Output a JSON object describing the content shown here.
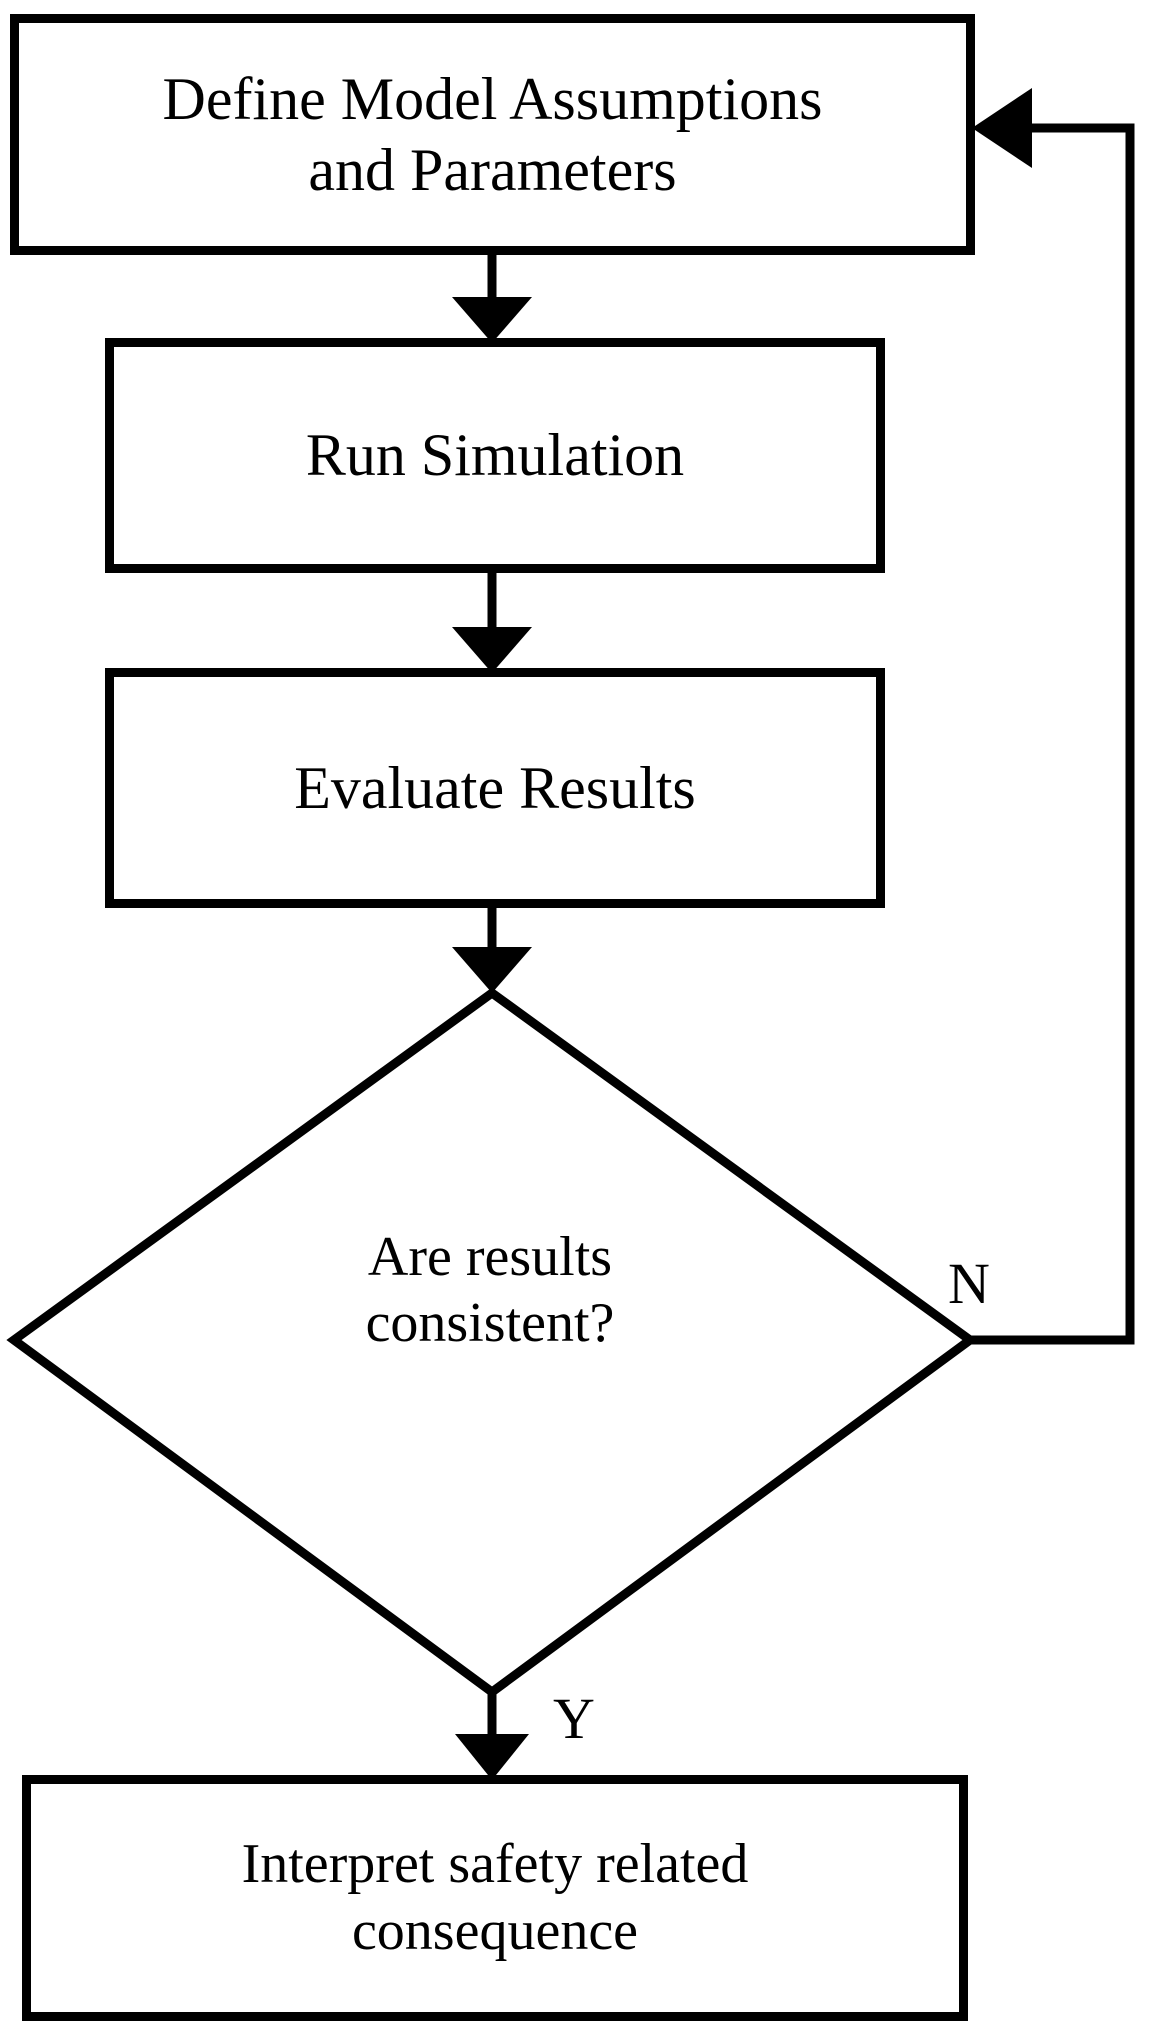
{
  "diagram": {
    "type": "flowchart",
    "title": "Simulation evaluation flowchart",
    "orientation": "vertical",
    "colors": {
      "background": "#ffffff",
      "stroke": "#000000",
      "fill": "#ffffff",
      "text": "#000000"
    },
    "nodes": [
      {
        "id": "define",
        "shape": "rectangle",
        "label": "Define Model Assumptions\nand Parameters"
      },
      {
        "id": "run",
        "shape": "rectangle",
        "label": "Run Simulation"
      },
      {
        "id": "evaluate",
        "shape": "rectangle",
        "label": "Evaluate Results"
      },
      {
        "id": "decision",
        "shape": "diamond",
        "label": "Are results\nconsistent?"
      },
      {
        "id": "interpret",
        "shape": "rectangle",
        "label": "Interpret safety related\nconsequence"
      }
    ],
    "edges": [
      {
        "id": "e1",
        "from": "define",
        "to": "run",
        "label": "",
        "style": "straight-arrow"
      },
      {
        "id": "e2",
        "from": "run",
        "to": "evaluate",
        "label": "",
        "style": "straight-arrow"
      },
      {
        "id": "e3",
        "from": "evaluate",
        "to": "decision",
        "label": "",
        "style": "straight-arrow"
      },
      {
        "id": "e4",
        "from": "decision",
        "to": "interpret",
        "label": "Y",
        "style": "straight-arrow"
      },
      {
        "id": "e5",
        "from": "decision",
        "to": "define",
        "label": "N",
        "style": "feedback-loop-right"
      }
    ]
  }
}
